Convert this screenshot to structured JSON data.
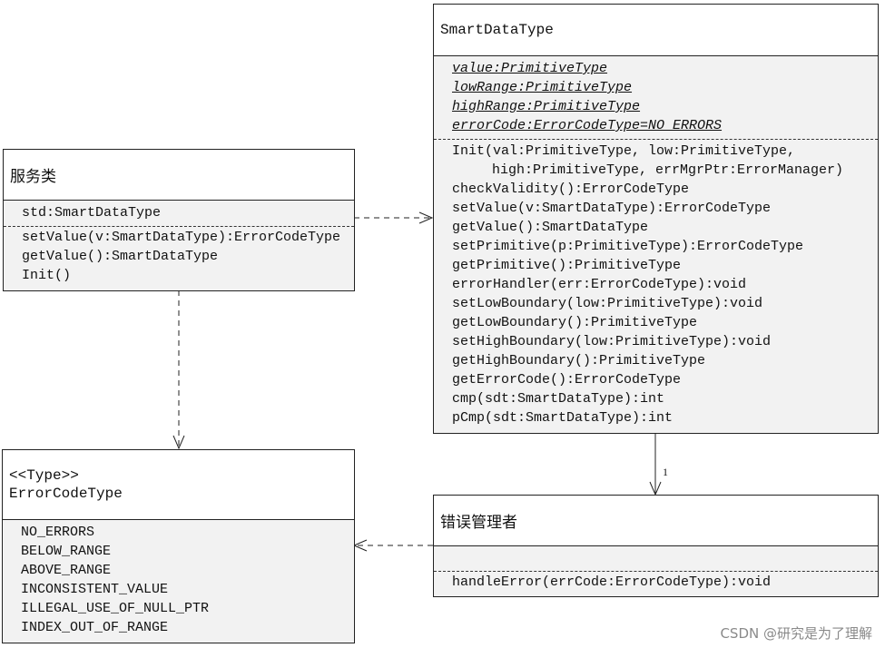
{
  "classes": {
    "service": {
      "name": "服务类",
      "attributes": [
        "std:SmartDataType"
      ],
      "operations": [
        "setValue(v:SmartDataType):ErrorCodeType",
        "getValue():SmartDataType",
        "Init()"
      ]
    },
    "smart_data_type": {
      "name": "SmartDataType",
      "attributes": [
        "value:PrimitiveType",
        "lowRange:PrimitiveType",
        "highRange:PrimitiveType",
        "errorCode:ErrorCodeType=NO_ERRORS"
      ],
      "operations": [
        "Init(val:PrimitiveType, low:PrimitiveType,",
        "high:PrimitiveType, errMgrPtr:ErrorManager)",
        "checkValidity():ErrorCodeType",
        "setValue(v:SmartDataType):ErrorCodeType",
        "getValue():SmartDataType",
        "setPrimitive(p:PrimitiveType):ErrorCodeType",
        "getPrimitive():PrimitiveType",
        "errorHandler(err:ErrorCodeType):void",
        "setLowBoundary(low:PrimitiveType):void",
        "getLowBoundary():PrimitiveType",
        "setHighBoundary(low:PrimitiveType):void",
        "getHighBoundary():PrimitiveType",
        "getErrorCode():ErrorCodeType",
        "cmp(sdt:SmartDataType):int",
        "pCmp(sdt:SmartDataType):int"
      ]
    },
    "error_code_type": {
      "stereotype": "<<Type>>",
      "name": "ErrorCodeType",
      "values": [
        "NO_ERRORS",
        "BELOW_RANGE",
        "ABOVE_RANGE",
        "INCONSISTENT_VALUE",
        "ILLEGAL_USE_OF_NULL_PTR",
        "INDEX_OUT_OF_RANGE"
      ]
    },
    "error_manager": {
      "name": "错误管理者",
      "operations": [
        "handleError(errCode:ErrorCodeType):void"
      ]
    }
  },
  "association": {
    "multiplicity": "1"
  },
  "watermark": "CSDN @研究是为了理解"
}
